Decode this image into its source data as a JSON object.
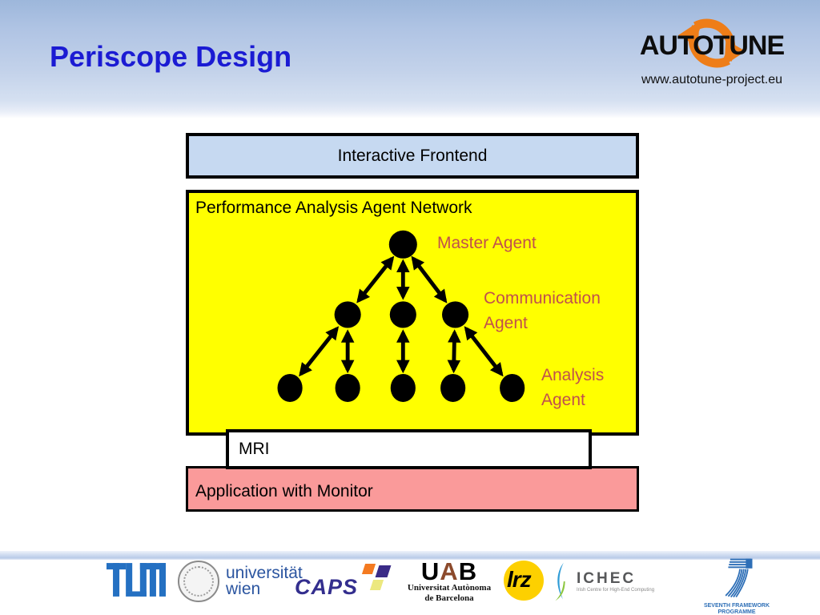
{
  "header": {
    "title": "Periscope Design",
    "logo_text": "AUTOTUNE",
    "logo_url": "www.autotune-project.eu"
  },
  "diagram": {
    "frontend": "Interactive Frontend",
    "network_title": "Performance Analysis Agent Network",
    "labels": {
      "master": "Master Agent",
      "communication": [
        "Communication",
        "Agent"
      ],
      "analysis": [
        "Analysis",
        "Agent"
      ]
    },
    "mri": "MRI",
    "application": "Application with Monitor",
    "agent_tree": {
      "master_count": 1,
      "communication_count": 3,
      "analysis_count": 5,
      "edge_style": "double-headed-arrows",
      "edges": [
        [
          "master",
          "comm-1"
        ],
        [
          "master",
          "comm-2"
        ],
        [
          "master",
          "comm-3"
        ],
        [
          "comm-1",
          "analysis-1"
        ],
        [
          "comm-1",
          "analysis-2"
        ],
        [
          "comm-2",
          "analysis-3"
        ],
        [
          "comm-3",
          "analysis-4"
        ],
        [
          "comm-3",
          "analysis-5"
        ]
      ]
    },
    "colors": {
      "frontend_fill": "#c6d9f1",
      "network_fill": "#ffff00",
      "application_fill": "#fa9a9a",
      "agent_label": "#c0504d",
      "node_fill": "#000000"
    }
  },
  "footer": {
    "logos": [
      {
        "id": "tum",
        "label": "TUM"
      },
      {
        "id": "universitaet-wien",
        "lines": [
          "universität",
          "wien"
        ]
      },
      {
        "id": "caps",
        "label": "CAPS"
      },
      {
        "id": "uab",
        "letters": [
          "U",
          "A",
          "B"
        ],
        "sub": [
          "Universitat Autònoma",
          "de Barcelona"
        ]
      },
      {
        "id": "lrz",
        "label": "lrz"
      },
      {
        "id": "ichec",
        "label": "ICHEC",
        "sub": "Irish Centre for High-End Computing"
      },
      {
        "id": "fp7",
        "sub": [
          "SEVENTH FRAMEWORK",
          "PROGRAMME"
        ]
      }
    ]
  }
}
